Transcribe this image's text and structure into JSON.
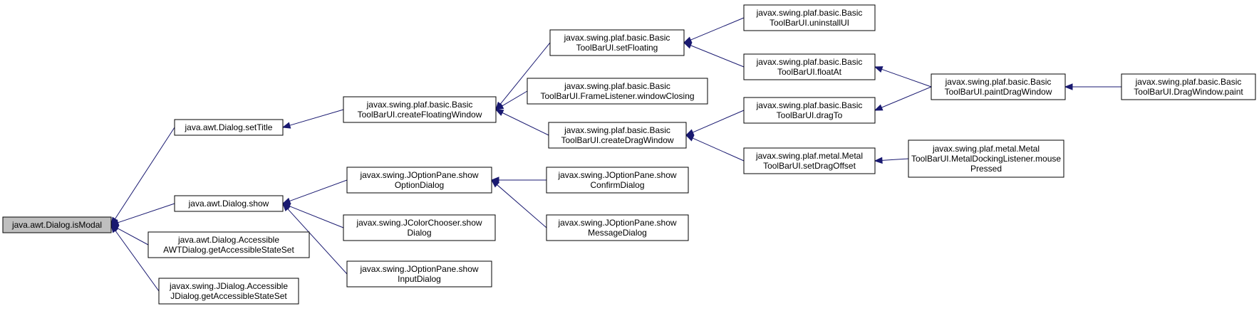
{
  "colors": {
    "edge": "#191970",
    "root_fill": "#bfbfbf",
    "node_fill": "#ffffff",
    "border": "#000000"
  },
  "nodes": [
    {
      "id": "n0",
      "lines": [
        "java.awt.Dialog.isModal"
      ],
      "root": true
    },
    {
      "id": "n1",
      "lines": [
        "java.awt.Dialog.setTitle"
      ]
    },
    {
      "id": "n2",
      "lines": [
        "java.awt.Dialog.show"
      ]
    },
    {
      "id": "n3",
      "lines": [
        "java.awt.Dialog.Accessible",
        "AWTDialog.getAccessibleStateSet"
      ]
    },
    {
      "id": "n4",
      "lines": [
        "javax.swing.JDialog.Accessible",
        "JDialog.getAccessibleStateSet"
      ]
    },
    {
      "id": "n5",
      "lines": [
        "javax.swing.plaf.basic.Basic",
        "ToolBarUI.createFloatingWindow"
      ]
    },
    {
      "id": "n6",
      "lines": [
        "javax.swing.JOptionPane.show",
        "OptionDialog"
      ]
    },
    {
      "id": "n7",
      "lines": [
        "javax.swing.JColorChooser.show",
        "Dialog"
      ]
    },
    {
      "id": "n8",
      "lines": [
        "javax.swing.JOptionPane.show",
        "InputDialog"
      ]
    },
    {
      "id": "n9",
      "lines": [
        "javax.swing.plaf.basic.Basic",
        "ToolBarUI.setFloating"
      ]
    },
    {
      "id": "n10",
      "lines": [
        "javax.swing.plaf.basic.Basic",
        "ToolBarUI.FrameListener.windowClosing"
      ]
    },
    {
      "id": "n11",
      "lines": [
        "javax.swing.plaf.basic.Basic",
        "ToolBarUI.createDragWindow"
      ]
    },
    {
      "id": "n12",
      "lines": [
        "javax.swing.JOptionPane.show",
        "ConfirmDialog"
      ]
    },
    {
      "id": "n13",
      "lines": [
        "javax.swing.JOptionPane.show",
        "MessageDialog"
      ]
    },
    {
      "id": "n14",
      "lines": [
        "javax.swing.plaf.basic.Basic",
        "ToolBarUI.uninstallUI"
      ]
    },
    {
      "id": "n15",
      "lines": [
        "javax.swing.plaf.basic.Basic",
        "ToolBarUI.floatAt"
      ]
    },
    {
      "id": "n16",
      "lines": [
        "javax.swing.plaf.basic.Basic",
        "ToolBarUI.dragTo"
      ]
    },
    {
      "id": "n17",
      "lines": [
        "javax.swing.plaf.metal.Metal",
        "ToolBarUI.setDragOffset"
      ]
    },
    {
      "id": "n18",
      "lines": [
        "javax.swing.plaf.basic.Basic",
        "ToolBarUI.paintDragWindow"
      ]
    },
    {
      "id": "n19",
      "lines": [
        "javax.swing.plaf.metal.Metal",
        "ToolBarUI.MetalDockingListener.mouse",
        "Pressed"
      ]
    },
    {
      "id": "n20",
      "lines": [
        "javax.swing.plaf.basic.Basic",
        "ToolBarUI.DragWindow.paint"
      ]
    }
  ],
  "edges": [
    {
      "from": "n1",
      "to": "n0"
    },
    {
      "from": "n2",
      "to": "n0"
    },
    {
      "from": "n3",
      "to": "n0"
    },
    {
      "from": "n4",
      "to": "n0"
    },
    {
      "from": "n5",
      "to": "n1"
    },
    {
      "from": "n6",
      "to": "n2"
    },
    {
      "from": "n7",
      "to": "n2"
    },
    {
      "from": "n8",
      "to": "n2"
    },
    {
      "from": "n9",
      "to": "n5"
    },
    {
      "from": "n10",
      "to": "n5"
    },
    {
      "from": "n11",
      "to": "n5"
    },
    {
      "from": "n12",
      "to": "n6"
    },
    {
      "from": "n13",
      "to": "n6"
    },
    {
      "from": "n14",
      "to": "n9"
    },
    {
      "from": "n15",
      "to": "n9"
    },
    {
      "from": "n16",
      "to": "n11"
    },
    {
      "from": "n17",
      "to": "n11"
    },
    {
      "from": "n18",
      "to": "n15"
    },
    {
      "from": "n18",
      "to": "n16"
    },
    {
      "from": "n19",
      "to": "n17"
    },
    {
      "from": "n20",
      "to": "n18"
    }
  ]
}
